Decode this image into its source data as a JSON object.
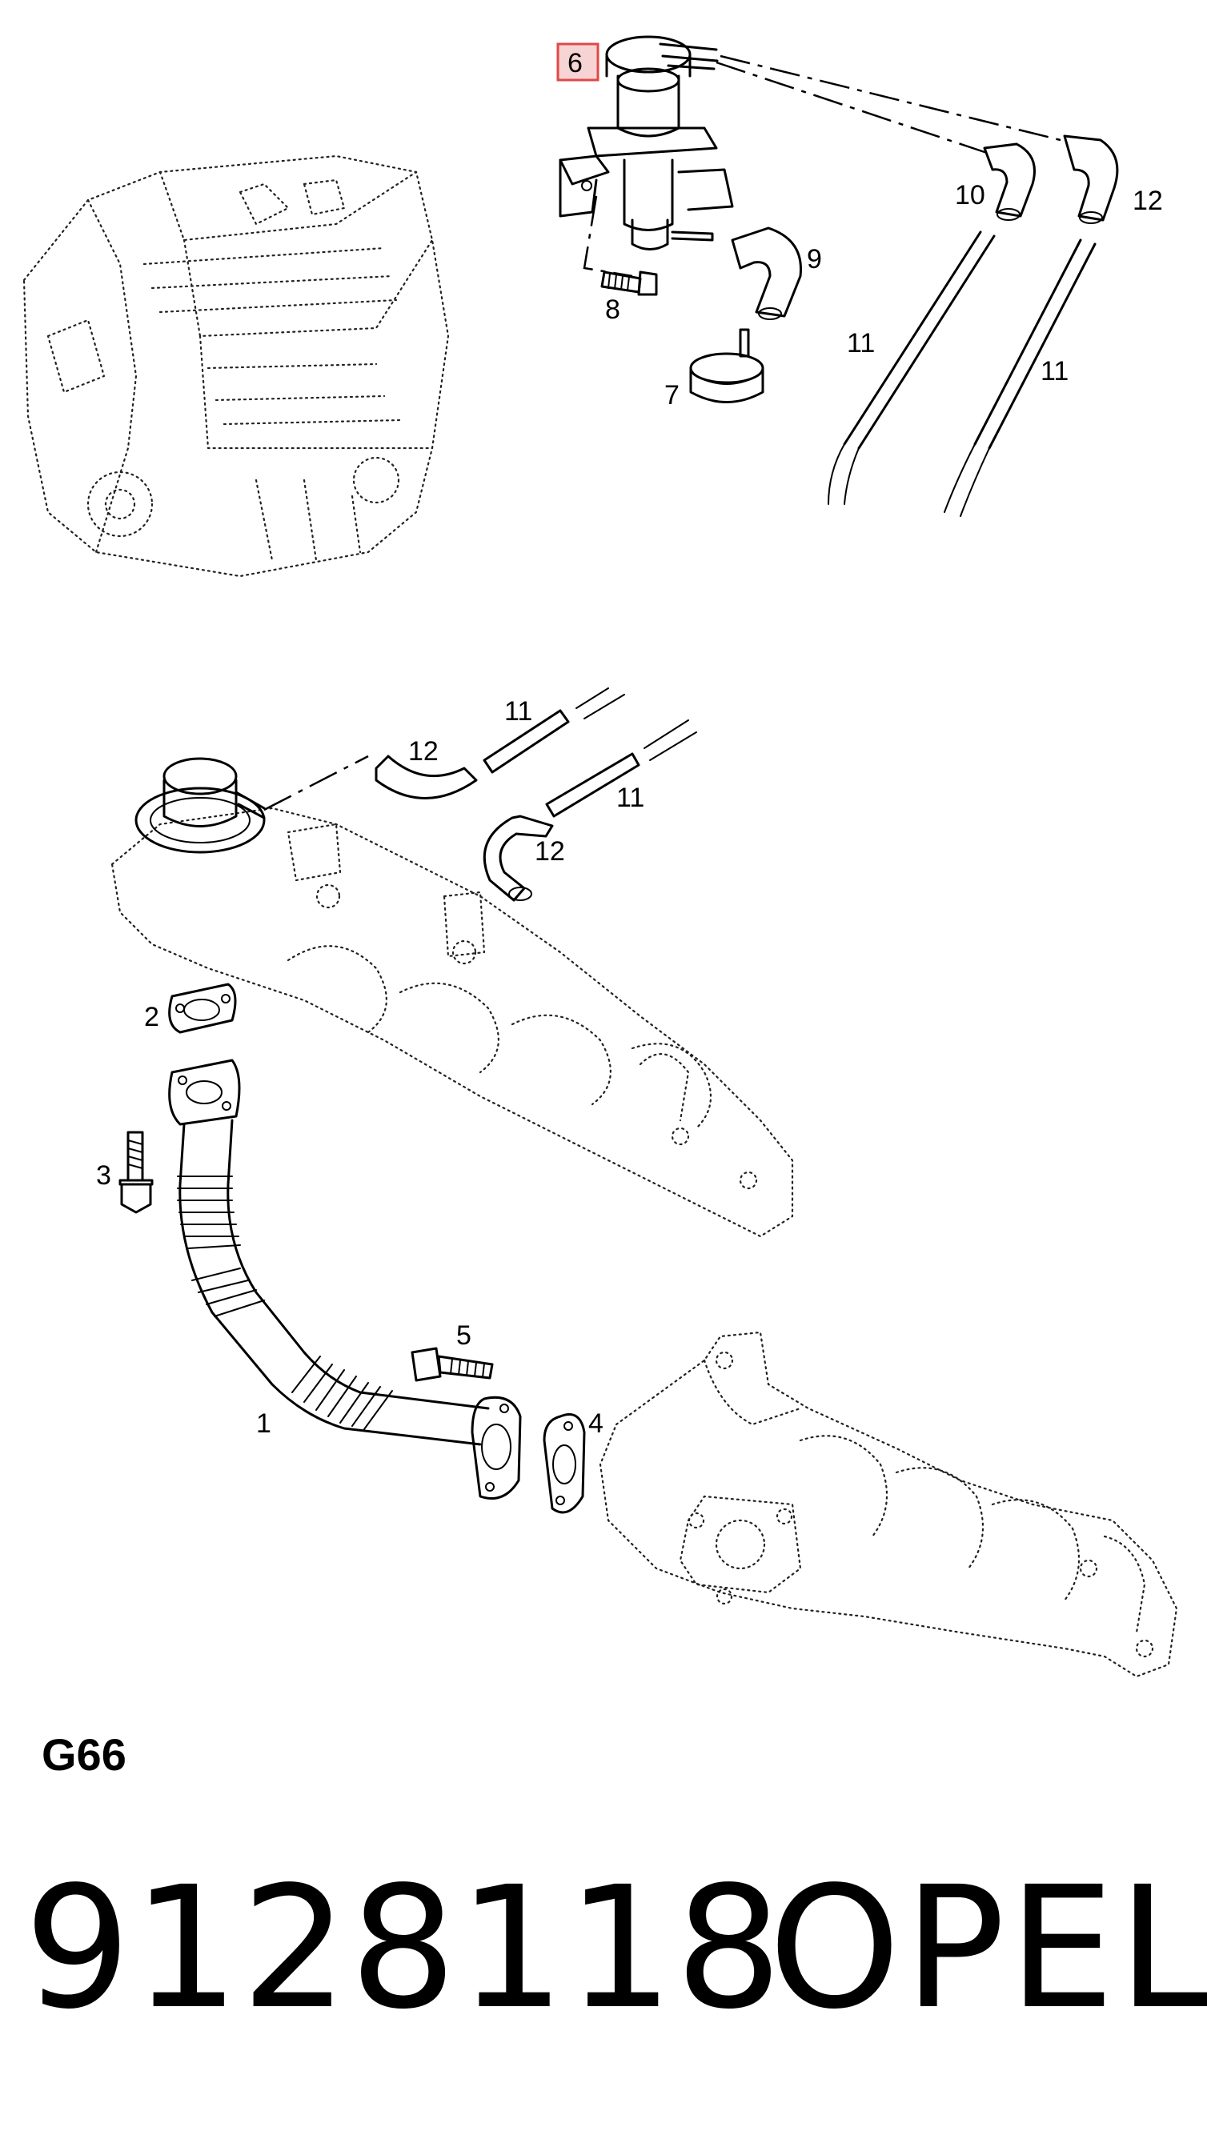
{
  "callouts": {
    "p1": "1",
    "p2": "2",
    "p3": "3",
    "p4": "4",
    "p5": "5",
    "p6": "6",
    "p7": "7",
    "p8": "8",
    "p9": "9",
    "p10": "10",
    "p11a": "11",
    "p11b": "11",
    "p11c": "11",
    "p11d": "11",
    "p12a": "12",
    "p12b": "12",
    "p12c": "12"
  },
  "highlighted_part": "6",
  "highlight_color": "#e04848",
  "section_code": "G66",
  "part_number": "9128118",
  "brand": "OPEL"
}
